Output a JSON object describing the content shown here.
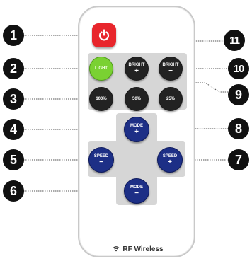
{
  "remote": {
    "brand_text": "RF Wireless",
    "icons": {
      "power": "power-icon",
      "wireless": "wifi-icon"
    }
  },
  "buttons": {
    "light": {
      "label": "LIGHT",
      "color": "#7ad132"
    },
    "bright_up": {
      "label": "BRIGHT",
      "sign": "+"
    },
    "bright_down": {
      "label": "BRIGHT",
      "sign": "−"
    },
    "p100": {
      "label": "100%"
    },
    "p50": {
      "label": "50%"
    },
    "p25": {
      "label": "25%"
    },
    "mode_up": {
      "label": "MODE",
      "sign": "+"
    },
    "mode_down": {
      "label": "MODE",
      "sign": "−"
    },
    "speed_down": {
      "label": "SPEED",
      "sign": "−"
    },
    "speed_up": {
      "label": "SPEED",
      "sign": "+"
    }
  },
  "callouts": [
    "1",
    "2",
    "3",
    "4",
    "5",
    "6",
    "7",
    "8",
    "9",
    "10",
    "11"
  ],
  "colors": {
    "power": "#e8262c",
    "dark_button": "#222222",
    "blue_button": "#1d2f86",
    "panel": "#d6d6d6",
    "callout": "#111111"
  }
}
